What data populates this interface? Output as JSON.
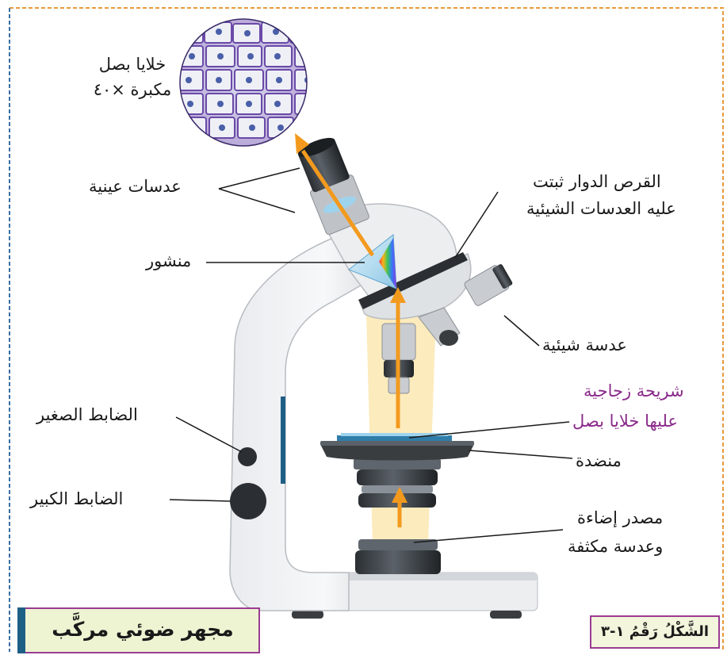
{
  "labels": {
    "onion_cells_line1": "خلايا بصل",
    "onion_cells_line2": "مكبرة ×٤٠",
    "eyepieces": "عدسات عينية",
    "nosepiece_line1": "القرص الدوار ثبتت",
    "nosepiece_line2": "عليه العدسات الشيئية",
    "prism": "منشور",
    "objective_lens": "عدسة شيئية",
    "slide_line1": "شريحة زجاجية",
    "slide_line2": "عليها خلايا بصل",
    "fine_adjust": "الضابط الصغير",
    "stage": "منضدة",
    "coarse_adjust": "الضابط الكبير",
    "light_line1": "مصدر إضاءة",
    "light_line2": "وعدسة مكثفة"
  },
  "title": "مجهر ضوئي مركَّب",
  "figure_number": "الشَّكْلُ رَقْمُ ١-٣",
  "colors": {
    "frame_orange": "#e89a3c",
    "frame_blue": "#3a6ea5",
    "arrow_orange": "#f39a1e",
    "light_beam": "#fbe7b0",
    "slide_purple": "#8a2a8a",
    "title_bar": "#1e5f86",
    "box_fill": "#eef3d2"
  }
}
